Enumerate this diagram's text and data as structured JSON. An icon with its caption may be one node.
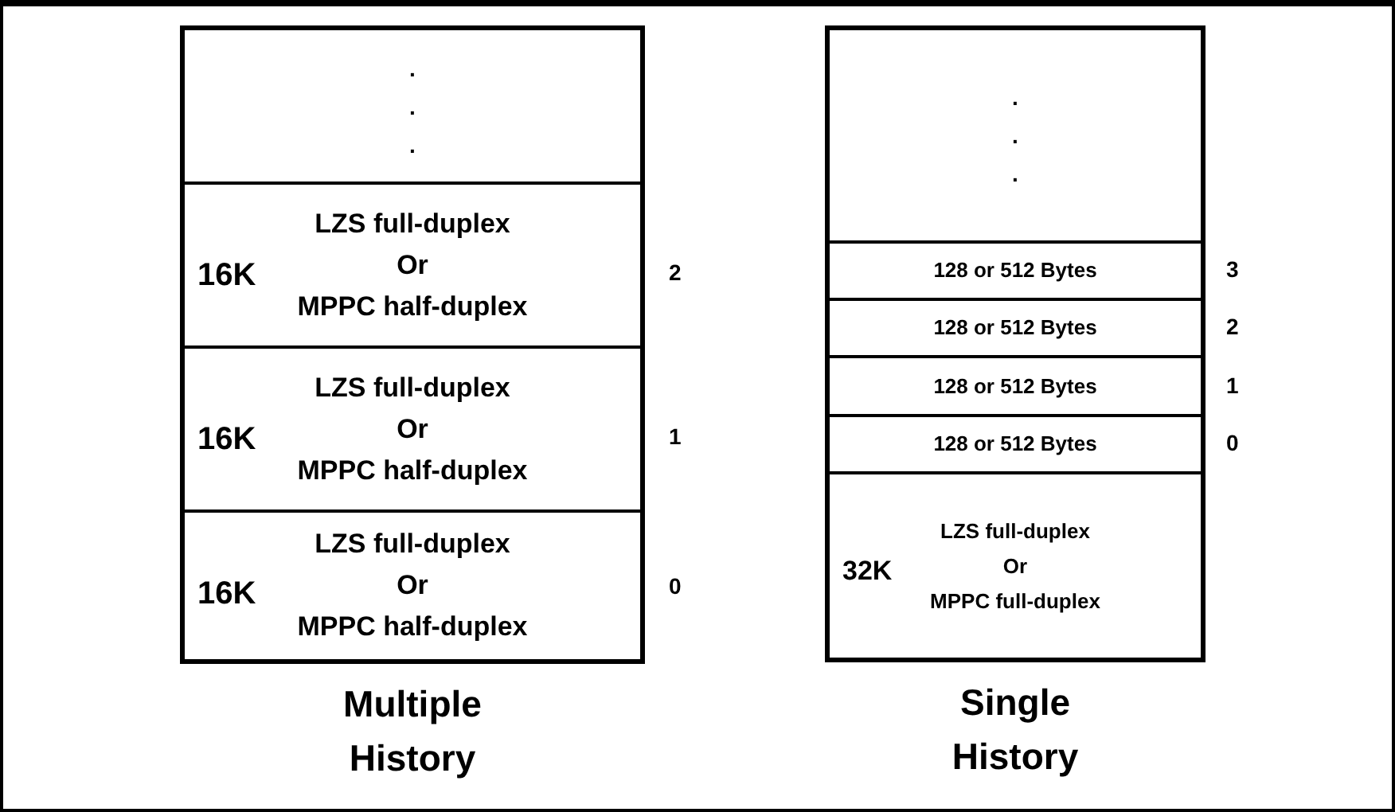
{
  "diagram": {
    "nodes": [
      {
        "text": [
          "Multiple History"
        ]
      },
      {
        "text": [
          ".",
          ".",
          "."
        ],
        "in": 0
      },
      {
        "text": [
          "16K",
          "LZS full-duplex",
          "Or",
          "MPPC half-duplex"
        ],
        "in": 0
      },
      {
        "text": [
          "16K",
          "LZS full-duplex",
          "Or",
          "MPPC half-duplex"
        ],
        "in": 0
      },
      {
        "text": [
          "16K",
          "LZS full-duplex",
          "Or",
          "MPPC half-duplex"
        ],
        "in": 0
      },
      {
        "text": [
          "Single History"
        ]
      },
      {
        "text": [
          ".",
          ".",
          "."
        ],
        "in": 5
      },
      {
        "text": [
          "128 or 512 Bytes"
        ],
        "in": 5
      },
      {
        "text": [
          "128 or 512 Bytes"
        ],
        "in": 5
      },
      {
        "text": [
          "128 or 512 Bytes"
        ],
        "in": 5
      },
      {
        "text": [
          "128 or 512 Bytes"
        ],
        "in": 5
      },
      {
        "text": [
          "32K",
          "LZS full-duplex",
          "Or",
          "MPPC full-duplex"
        ],
        "in": 5
      }
    ],
    "labels": [
      "2",
      "1",
      "0",
      "3",
      "2",
      "1",
      "0"
    ]
  }
}
